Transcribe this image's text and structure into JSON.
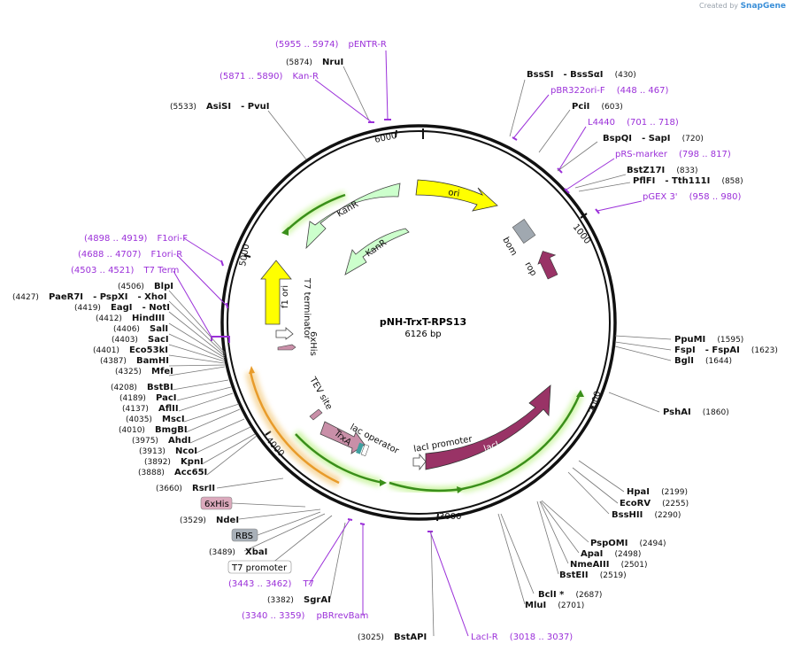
{
  "app": {
    "brand_prefix": "Created by",
    "brand_name": "SnapGene"
  },
  "plasmid": {
    "name": "pNH-TrxT-RPS13",
    "length": "6126 bp"
  },
  "ticks": [
    "1000",
    "2000",
    "3000",
    "4000",
    "5000",
    "6000"
  ],
  "features": {
    "ori": "ori",
    "bom": "bom",
    "rop": "rop",
    "kanr_outer": "KanR",
    "kanr_inner": "KanR",
    "f1ori": "f1 ori",
    "t7term": "T7 terminator",
    "his6_map": "6xHis",
    "tev": "TEV site",
    "trxa": "TrxA",
    "lacop": "lac operator",
    "lacprom": "lacI promoter",
    "laci": "lacI"
  },
  "labels": {
    "pentr": {
      "range": "(5955 .. 5974)",
      "name": "pENTR-R"
    },
    "nrui": {
      "pos": "(5874)",
      "name": "NruI"
    },
    "kanr_primer": {
      "range": "(5871 .. 5890)",
      "name": "Kan-R"
    },
    "asisi": {
      "pos": "(5533)",
      "name": "AsiSI",
      "alt": "- PvuI"
    },
    "bsssi": {
      "name": "BssSI",
      "alt": "- BssSαI",
      "pos": "(430)"
    },
    "pbr322": {
      "name": "pBR322ori-F",
      "range": "(448 .. 467)"
    },
    "pcii": {
      "name": "PciI",
      "pos": "(603)"
    },
    "l4440": {
      "name": "L4440",
      "range": "(701 .. 718)"
    },
    "bspqi": {
      "name": "BspQI",
      "alt": "- SapI",
      "pos": "(720)"
    },
    "prsmarker": {
      "name": "pRS-marker",
      "range": "(798 .. 817)"
    },
    "bstz17i": {
      "name": "BstZ17I",
      "pos": "(833)"
    },
    "pflfi": {
      "name": "PflFI",
      "alt": "- Tth111I",
      "pos": "(858)"
    },
    "pgex3": {
      "name": "pGEX 3'",
      "range": "(958 .. 980)"
    },
    "f1orif": {
      "range": "(4898 .. 4919)",
      "name": "F1ori-F"
    },
    "f1orir": {
      "range": "(4688 .. 4707)",
      "name": "F1ori-R"
    },
    "t7termp": {
      "range": "(4503 .. 4521)",
      "name": "T7 Term"
    },
    "blpi": {
      "pos": "(4506)",
      "name": "BlpI"
    },
    "paer7i": {
      "pos": "(4427)",
      "name": "PaeR7I",
      "alt1": "- PspXI",
      "alt2": "- XhoI"
    },
    "eagi": {
      "pos": "(4419)",
      "name": "EagI",
      "alt": "- NotI"
    },
    "hindiii": {
      "pos": "(4412)",
      "name": "HindIII"
    },
    "sali": {
      "pos": "(4406)",
      "name": "SalI"
    },
    "saci": {
      "pos": "(4403)",
      "name": "SacI"
    },
    "eco53ki": {
      "pos": "(4401)",
      "name": "Eco53kI"
    },
    "bamhi": {
      "pos": "(4387)",
      "name": "BamHI"
    },
    "mfei": {
      "pos": "(4325)",
      "name": "MfeI"
    },
    "bstbi": {
      "pos": "(4208)",
      "name": "BstBI"
    },
    "paci": {
      "pos": "(4189)",
      "name": "PacI"
    },
    "aflii": {
      "pos": "(4137)",
      "name": "AflII"
    },
    "msci": {
      "pos": "(4035)",
      "name": "MscI"
    },
    "bmgbi": {
      "pos": "(4010)",
      "name": "BmgBI"
    },
    "ahdi": {
      "pos": "(3975)",
      "name": "AhdI"
    },
    "ncoi": {
      "pos": "(3913)",
      "name": "NcoI"
    },
    "kpni": {
      "pos": "(3892)",
      "name": "KpnI"
    },
    "acc65i": {
      "pos": "(3888)",
      "name": "Acc65I"
    },
    "rsrii": {
      "pos": "(3660)",
      "name": "RsrII"
    },
    "his6_box": "6xHis",
    "ndei": {
      "pos": "(3529)",
      "name": "NdeI"
    },
    "rbs_box": "RBS",
    "xbai": {
      "pos": "(3489)",
      "name": "XbaI"
    },
    "t7prom_box": "T7 promoter",
    "t7p": {
      "range": "(3443 .. 3462)",
      "name": "T7"
    },
    "sgrai": {
      "pos": "(3382)",
      "name": "SgrAI"
    },
    "pbrrev": {
      "range": "(3340 .. 3359)",
      "name": "pBRrevBam"
    },
    "bstapi": {
      "pos": "(3025)",
      "name": "BstAPI"
    },
    "lacir": {
      "name": "LacI-R",
      "range": "(3018 .. 3037)"
    },
    "ppumi": {
      "name": "PpuMI",
      "pos": "(1595)"
    },
    "fspi": {
      "name": "FspI",
      "alt": "- FspAI",
      "pos": "(1623)"
    },
    "bgli": {
      "name": "BglI",
      "pos": "(1644)"
    },
    "pshai": {
      "name": "PshAI",
      "pos": "(1860)"
    },
    "hpai": {
      "name": "HpaI",
      "pos": "(2199)"
    },
    "ecorv": {
      "name": "EcoRV",
      "pos": "(2255)"
    },
    "bsshii": {
      "name": "BssHII",
      "pos": "(2290)"
    },
    "pspomi": {
      "name": "PspOMI",
      "pos": "(2494)"
    },
    "apai": {
      "name": "ApaI",
      "pos": "(2498)"
    },
    "nmeaiii": {
      "name": "NmeAIII",
      "pos": "(2501)"
    },
    "bsteii": {
      "name": "BstEII",
      "pos": "(2519)"
    },
    "bcli": {
      "name": "BclI *",
      "pos": "(2687)"
    },
    "mlui": {
      "name": "MluI",
      "pos": "(2701)"
    }
  },
  "colors": {
    "ori": "#ffff00",
    "kanr": "#ccffcc",
    "rop": "#993366",
    "bom": "#a0a8b0",
    "laci": "#993366",
    "primer": "#9b30d9",
    "promoter_glow": "#aaee66",
    "orf_glow": "#f5cf88"
  }
}
